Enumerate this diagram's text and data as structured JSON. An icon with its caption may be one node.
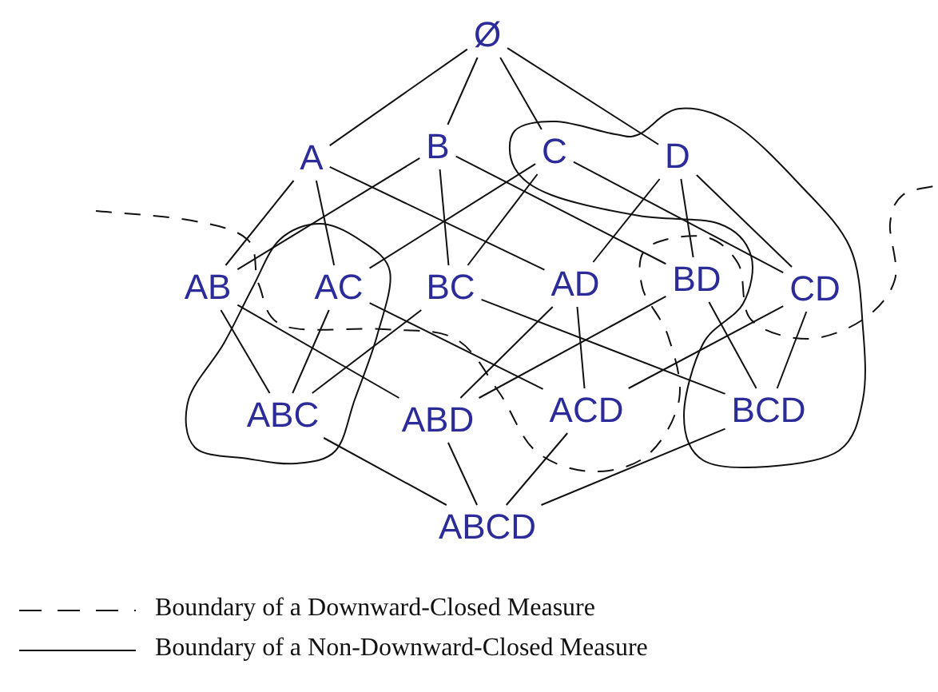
{
  "diagram": {
    "nodes": [
      {
        "text": [
          "Ø"
        ]
      },
      {
        "text": [
          "A"
        ]
      },
      {
        "text": [
          "B"
        ]
      },
      {
        "text": [
          "C"
        ]
      },
      {
        "text": [
          "D"
        ]
      },
      {
        "text": [
          "AB"
        ]
      },
      {
        "text": [
          "AC"
        ]
      },
      {
        "text": [
          "BC"
        ]
      },
      {
        "text": [
          "AD"
        ]
      },
      {
        "text": [
          "BD"
        ]
      },
      {
        "text": [
          "CD"
        ]
      },
      {
        "text": [
          "ABC"
        ]
      },
      {
        "text": [
          "ABD"
        ]
      },
      {
        "text": [
          "ACD"
        ]
      },
      {
        "text": [
          "BCD"
        ]
      },
      {
        "text": [
          "ABCD"
        ]
      }
    ],
    "edges": [
      {
        "from": 0,
        "to": 1,
        "arrow": "none"
      },
      {
        "from": 0,
        "to": 2,
        "arrow": "none"
      },
      {
        "from": 0,
        "to": 3,
        "arrow": "none"
      },
      {
        "from": 0,
        "to": 4,
        "arrow": "none"
      },
      {
        "from": 1,
        "to": 5,
        "arrow": "none"
      },
      {
        "from": 1,
        "to": 6,
        "arrow": "none"
      },
      {
        "from": 1,
        "to": 8,
        "arrow": "none"
      },
      {
        "from": 2,
        "to": 5,
        "arrow": "none"
      },
      {
        "from": 2,
        "to": 7,
        "arrow": "none"
      },
      {
        "from": 2,
        "to": 9,
        "arrow": "none"
      },
      {
        "from": 3,
        "to": 6,
        "arrow": "none"
      },
      {
        "from": 3,
        "to": 7,
        "arrow": "none"
      },
      {
        "from": 3,
        "to": 10,
        "arrow": "none"
      },
      {
        "from": 4,
        "to": 8,
        "arrow": "none"
      },
      {
        "from": 4,
        "to": 9,
        "arrow": "none"
      },
      {
        "from": 4,
        "to": 10,
        "arrow": "none"
      },
      {
        "from": 5,
        "to": 11,
        "arrow": "none"
      },
      {
        "from": 5,
        "to": 12,
        "arrow": "none"
      },
      {
        "from": 6,
        "to": 11,
        "arrow": "none"
      },
      {
        "from": 6,
        "to": 13,
        "arrow": "none"
      },
      {
        "from": 7,
        "to": 11,
        "arrow": "none"
      },
      {
        "from": 7,
        "to": 14,
        "arrow": "none"
      },
      {
        "from": 8,
        "to": 12,
        "arrow": "none"
      },
      {
        "from": 8,
        "to": 13,
        "arrow": "none"
      },
      {
        "from": 9,
        "to": 12,
        "arrow": "none"
      },
      {
        "from": 9,
        "to": 14,
        "arrow": "none"
      },
      {
        "from": 10,
        "to": 13,
        "arrow": "none"
      },
      {
        "from": 10,
        "to": 14,
        "arrow": "none"
      },
      {
        "from": 11,
        "to": 15,
        "arrow": "none"
      },
      {
        "from": 12,
        "to": 15,
        "arrow": "none"
      },
      {
        "from": 13,
        "to": 15,
        "arrow": "none"
      },
      {
        "from": 14,
        "to": 15,
        "arrow": "none"
      }
    ],
    "legend": [
      {
        "text": "Boundary of a Downward-Closed Measure"
      },
      {
        "text": "Boundary of a Non-Downward-Closed Measure"
      }
    ]
  }
}
